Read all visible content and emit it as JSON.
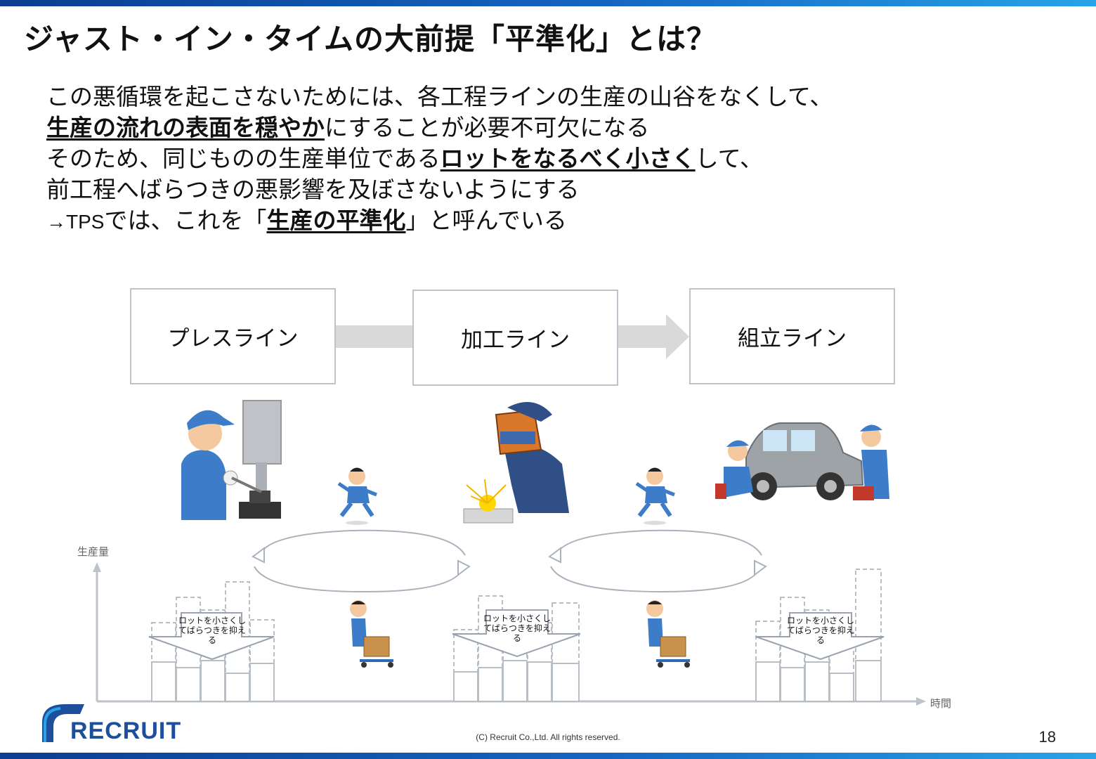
{
  "slide": {
    "title": "ジャスト・イン・タイムの大前提「平準化」とは？",
    "page_number": "18",
    "copyright": "(C) Recruit Co.,Ltd. All rights reserved.",
    "logo_text": "RECRUIT"
  },
  "body": {
    "line1": "この悪循環を起こさないためには、各工程ラインの生産の山谷をなくして、",
    "line2_emph": "生産の流れの表面を穏やか",
    "line2_rest": "にすることが必要不可欠になる",
    "line3_pre": "そのため、同じものの生産単位である",
    "line3_emph": "ロットをなるべく小さく",
    "line3_post": "して、",
    "line4": "前工程へばらつきの悪影響を及ぼさないようにする",
    "line5_arrow": "→TPS",
    "line5_pre": "では、これを「",
    "line5_emph": "生産の平準化",
    "line5_post": "」と呼んでいる"
  },
  "process_lines": [
    {
      "label": "プレスライン"
    },
    {
      "label": "加工ライン"
    },
    {
      "label": "組立ライン"
    }
  ],
  "chart": {
    "y_axis_label": "生産量",
    "x_axis_label": "時間",
    "callouts": [
      {
        "text": "ロットを小さくしてばらつきを抑える"
      },
      {
        "text": "ロットを小さくしてばらつきを抑える"
      },
      {
        "text": "ロットを小さくしてばらつきを抑える"
      }
    ]
  },
  "colors": {
    "brand_blue": "#1e4f9c",
    "box_border": "#bcc3cb",
    "arrow_grey": "#d9d9d9",
    "worker_blue": "#3d7cc9"
  }
}
